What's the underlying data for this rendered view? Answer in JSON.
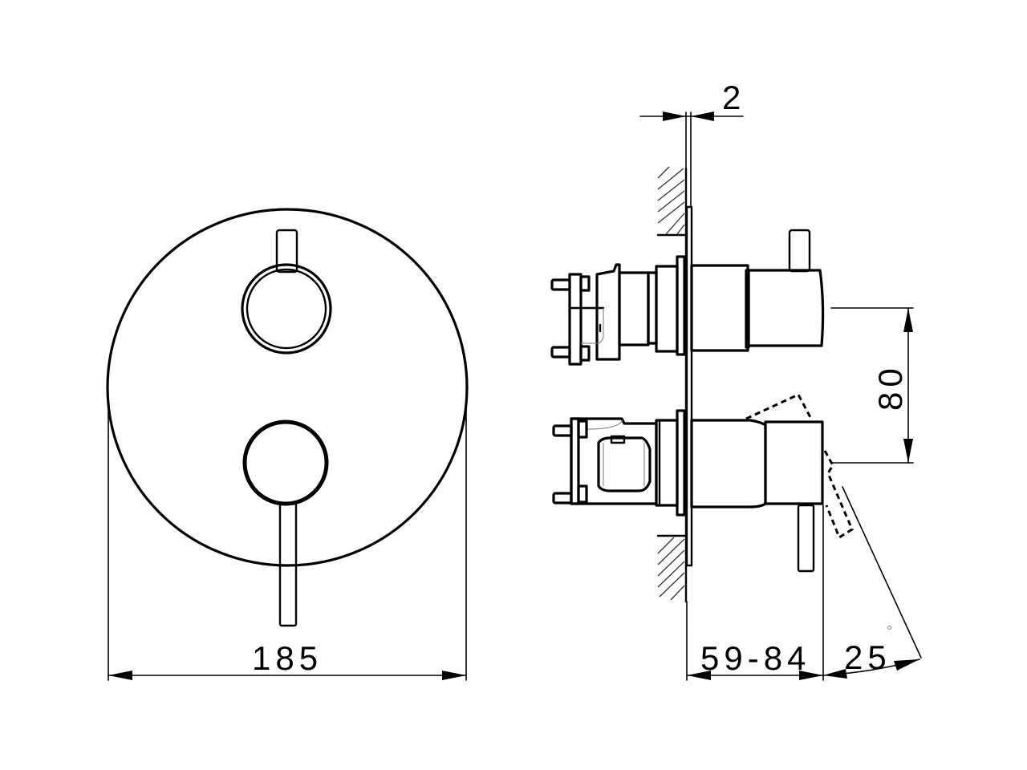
{
  "drawing": {
    "type": "technical-product-drawing",
    "subject": "concealed thermostatic shower mixer with diverter",
    "views": [
      "front-view",
      "side-view"
    ],
    "units": "mm",
    "colors": {
      "line": "#000000",
      "hatch": "#333333",
      "degree_mark": "#888888",
      "background": "#ffffff"
    }
  },
  "front_view": {
    "dimensions": {
      "plate_diameter": {
        "label": "185",
        "value": 185
      }
    }
  },
  "side_view": {
    "dimensions": {
      "plate_thickness": {
        "label": "2",
        "value": 2
      },
      "handle_spacing": {
        "label": "80",
        "value": 80
      },
      "projection_range": {
        "label": "59-84",
        "min": 59,
        "max": 84
      },
      "lever_rotation": {
        "label": "25",
        "value": 25,
        "unit_symbol": "°"
      }
    }
  }
}
